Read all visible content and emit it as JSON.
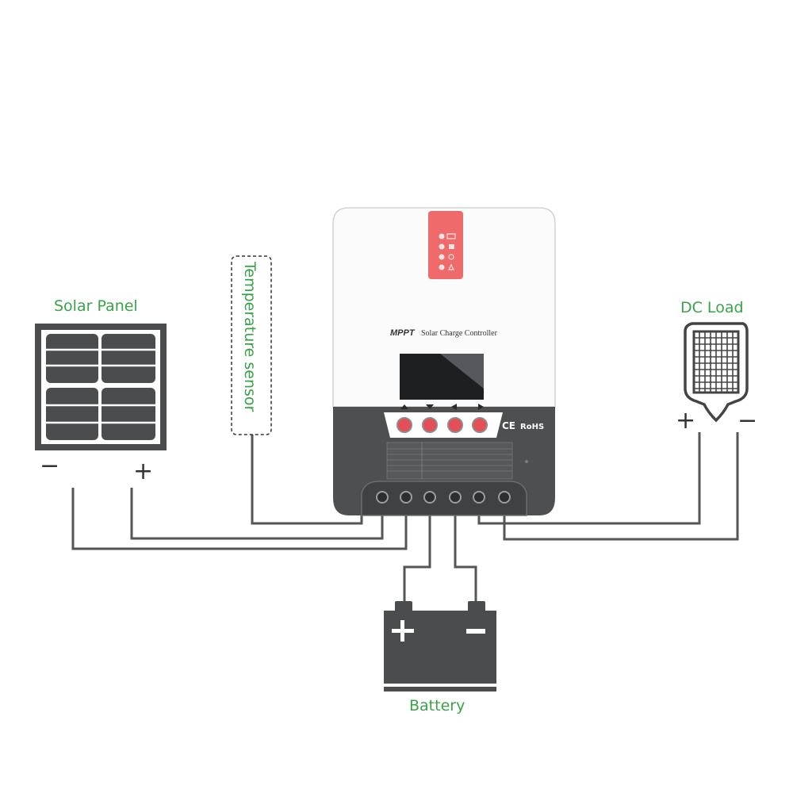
{
  "labels": {
    "solar_panel": "Solar Panel",
    "dc_load": "DC Load",
    "battery": "Battery",
    "temperature_sensor": "Temperature sensor"
  },
  "controller": {
    "brand": "MPPT",
    "name": "Solar Charge Controller",
    "cert_ce": "CE",
    "cert_rohs": "RoHS",
    "nav_buttons": [
      "up",
      "down",
      "left",
      "right"
    ]
  },
  "signs": {
    "solar_minus": "−",
    "solar_plus": "+",
    "load_plus": "+",
    "load_minus": "−"
  },
  "colors": {
    "label_green": "#3aa34a",
    "wire": "#555555",
    "device_dark": "#4d4f51",
    "led_panel": "#ef6a6a",
    "button_red": "#e84e55"
  }
}
